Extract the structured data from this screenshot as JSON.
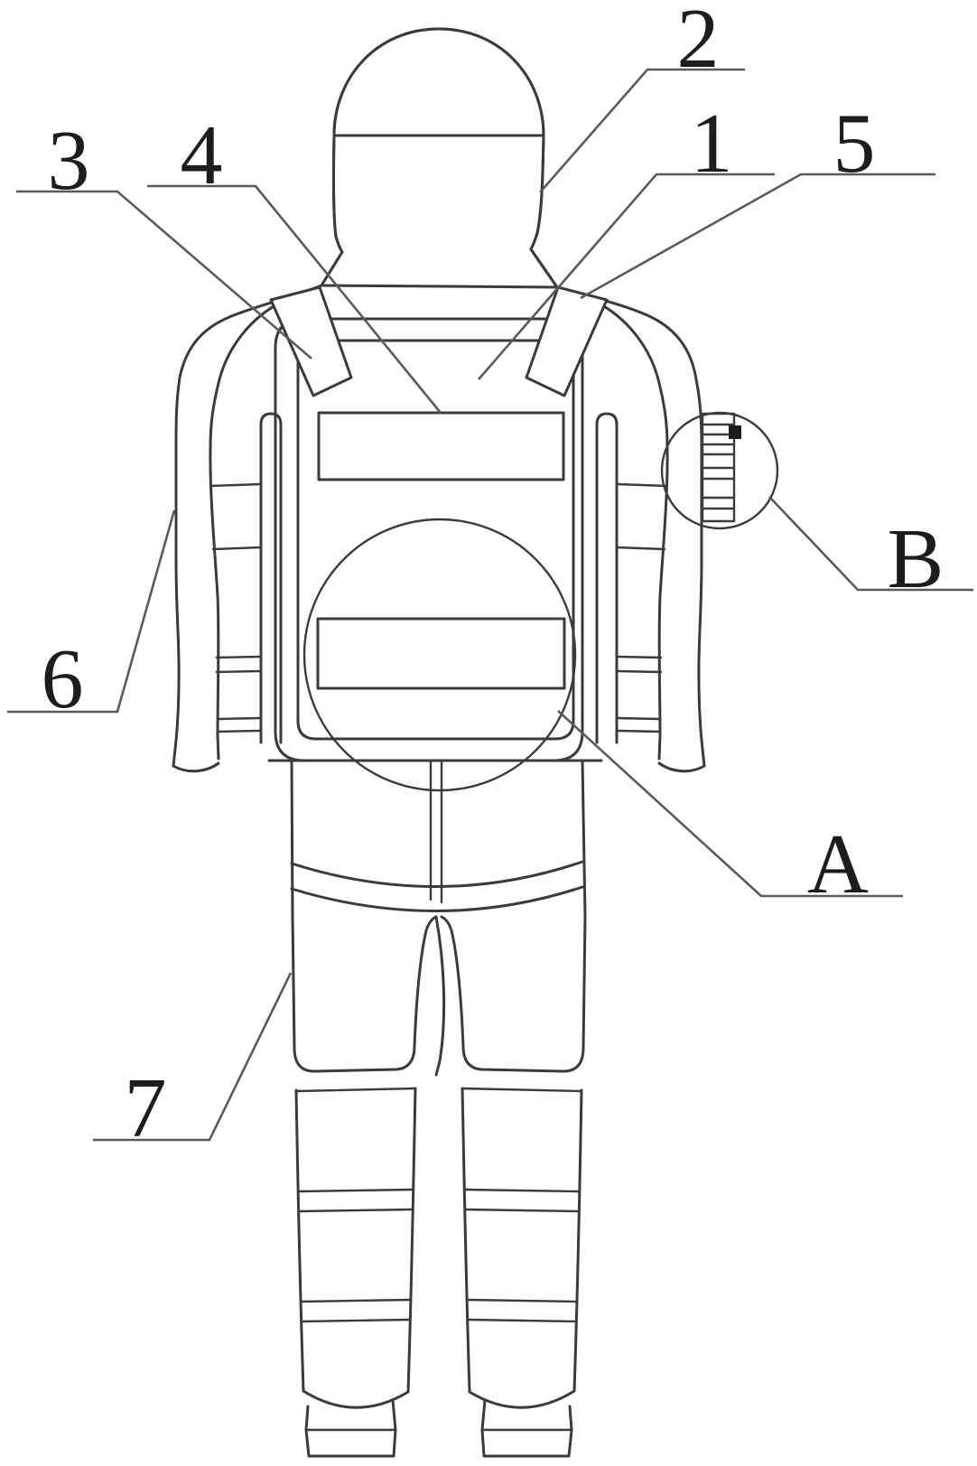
{
  "drawing": {
    "type": "patent-line-drawing",
    "subject": "protective suit rear view with backpack and callouts",
    "background_color": "#ffffff",
    "line_color": "#3b3b3b",
    "leader_line_color": "#5a5a5a",
    "label_color": "#1d1d1d"
  },
  "callouts": [
    {
      "label": "1"
    },
    {
      "label": "2"
    },
    {
      "label": "3"
    },
    {
      "label": "4"
    },
    {
      "label": "5"
    },
    {
      "label": "6"
    },
    {
      "label": "7"
    },
    {
      "label": "A"
    },
    {
      "label": "B"
    }
  ]
}
